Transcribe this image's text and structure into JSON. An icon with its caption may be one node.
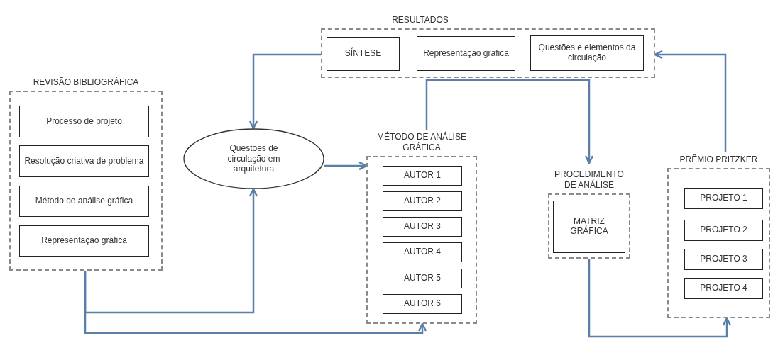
{
  "diagram": {
    "nodes": [
      {
        "text": [
          "REVISÃO BIBLIOGRÁFICA"
        ]
      },
      {
        "text": [
          "Processo de projeto"
        ],
        "in": 0
      },
      {
        "text": [
          "Resolução criativa de problema"
        ],
        "in": 0
      },
      {
        "text": [
          "Método de análise gráfica"
        ],
        "in": 0
      },
      {
        "text": [
          "Representação gráfica"
        ],
        "in": 0
      },
      {
        "text": [
          "Questões de circulação em arquitetura"
        ]
      },
      {
        "text": [
          "MÉTODO DE ANÁLISE GRÁFICA"
        ]
      },
      {
        "text": [
          "AUTOR 1"
        ],
        "in": 6
      },
      {
        "text": [
          "AUTOR 2"
        ],
        "in": 6
      },
      {
        "text": [
          "AUTOR 3"
        ],
        "in": 6
      },
      {
        "text": [
          "AUTOR 4"
        ],
        "in": 6
      },
      {
        "text": [
          "AUTOR 5"
        ],
        "in": 6
      },
      {
        "text": [
          "AUTOR 6"
        ],
        "in": 6
      },
      {
        "text": [
          "PROCEDIMENTO DE ANÁLISE"
        ]
      },
      {
        "text": [
          "MATRIZ GRÁFICA"
        ],
        "in": 13
      },
      {
        "text": [
          "PRÊMIO PRITZKER"
        ]
      },
      {
        "text": [
          "PROJETO 1"
        ],
        "in": 15
      },
      {
        "text": [
          "PROJETO 2"
        ],
        "in": 15
      },
      {
        "text": [
          "PROJETO 3"
        ],
        "in": 15
      },
      {
        "text": [
          "PROJETO 4"
        ],
        "in": 15
      },
      {
        "text": [
          "RESULTADOS"
        ]
      },
      {
        "text": [
          "SÍNTESE"
        ],
        "in": 20
      },
      {
        "text": [
          "Representação gráfica"
        ],
        "in": 20
      },
      {
        "text": [
          "Questões e elementos da circulação"
        ],
        "in": 20
      }
    ],
    "edges": [
      {
        "from": 0,
        "to": 5,
        "arrow": "to"
      },
      {
        "from": 0,
        "to": 6,
        "arrow": "to"
      },
      {
        "from": 20,
        "to": 5,
        "arrow": "to"
      },
      {
        "from": 5,
        "to": 6,
        "arrow": "to"
      },
      {
        "from": 6,
        "to": 13,
        "arrow": "to"
      },
      {
        "from": 13,
        "to": 15,
        "arrow": "to"
      },
      {
        "from": 15,
        "to": 20,
        "arrow": "to"
      }
    ]
  }
}
